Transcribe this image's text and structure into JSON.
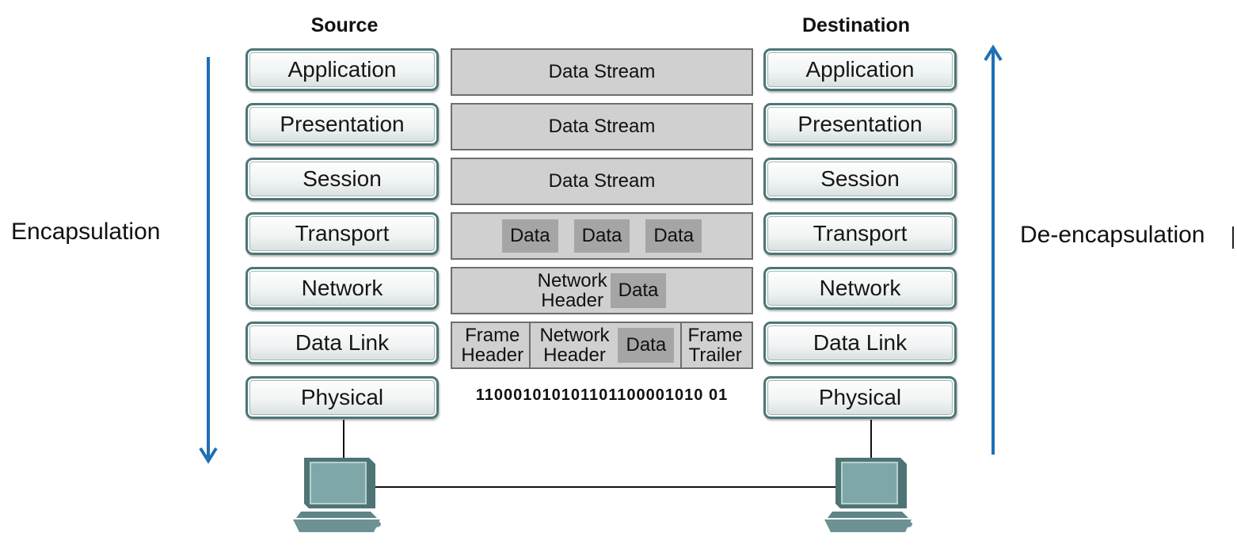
{
  "source_title": "Source",
  "destination_title": "Destination",
  "encapsulation_label": "Encapsulation",
  "deencapsulation_label": "De-encapsulation",
  "layers": [
    "Application",
    "Presentation",
    "Session",
    "Transport",
    "Network",
    "Data Link",
    "Physical"
  ],
  "pdus": {
    "application": "Data Stream",
    "presentation": "Data Stream",
    "session": "Data Stream",
    "transport": [
      "Data",
      "Data",
      "Data"
    ],
    "network": {
      "header": [
        "Network",
        "Header"
      ],
      "data": "Data"
    },
    "datalink": {
      "frame_header": [
        "Frame",
        "Header"
      ],
      "network_header": [
        "Network",
        "Header"
      ],
      "data": "Data",
      "frame_trailer": [
        "Frame",
        "Trailer"
      ]
    },
    "physical": "110001010101101100001010 01"
  },
  "colors": {
    "arrow": "#1f6fb5",
    "layer_border": "#4d7677",
    "pdu_fill": "#d0d0d0",
    "data_fill": "#a5a5a5"
  }
}
